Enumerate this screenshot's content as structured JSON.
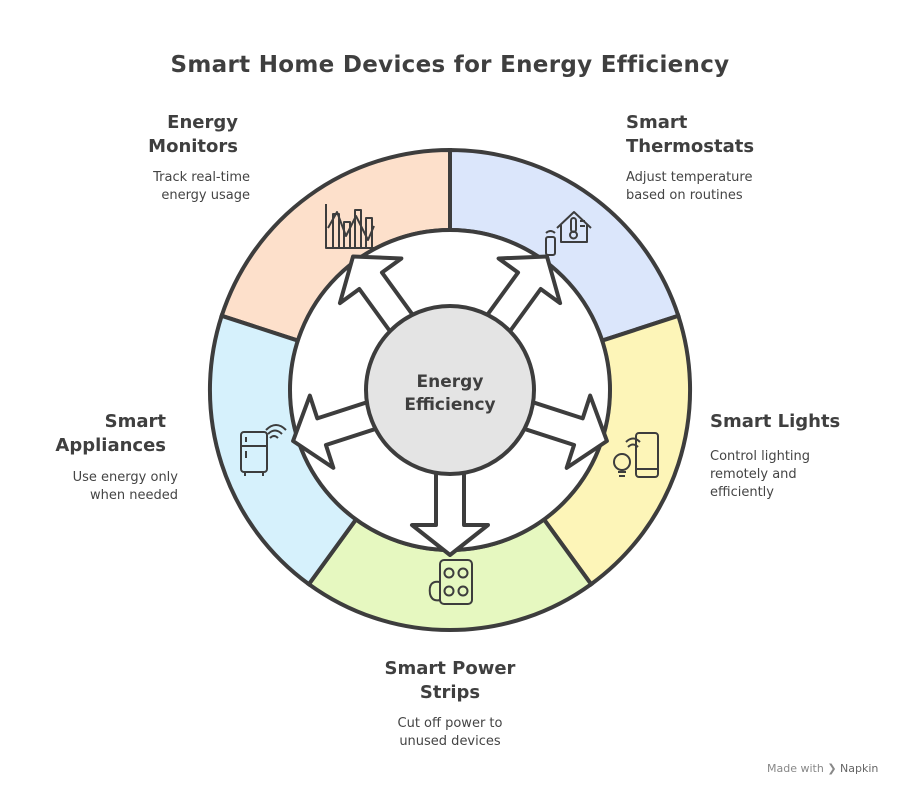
{
  "title": "Smart Home Devices for Energy Efficiency",
  "center": {
    "line1": "Energy",
    "line2": "Efficiency"
  },
  "segments": [
    {
      "id": "energy-monitors",
      "title_lines": [
        "Energy",
        "Monitors"
      ],
      "desc_lines": [
        "Track real-time",
        "energy usage"
      ],
      "color": "#fde0cb",
      "icon": "chart-icon"
    },
    {
      "id": "smart-thermostats",
      "title_lines": [
        "Smart",
        "Thermostats"
      ],
      "desc_lines": [
        "Adjust temperature",
        "based on routines"
      ],
      "color": "#dbe6fb",
      "icon": "smart-home-thermometer-icon"
    },
    {
      "id": "smart-lights",
      "title_lines": [
        "Smart Lights"
      ],
      "desc_lines": [
        "Control lighting",
        "remotely and",
        "efficiently"
      ],
      "color": "#fdf5b8",
      "icon": "bulb-phone-icon"
    },
    {
      "id": "smart-power-strips",
      "title_lines": [
        "Smart Power",
        "Strips"
      ],
      "desc_lines": [
        "Cut off power to",
        "unused devices"
      ],
      "color": "#e6f8c0",
      "icon": "power-outlet-icon"
    },
    {
      "id": "smart-appliances",
      "title_lines": [
        "Smart",
        "Appliances"
      ],
      "desc_lines": [
        "Use energy only",
        "when needed"
      ],
      "color": "#d6f1fc",
      "icon": "smart-fridge-icon"
    }
  ],
  "footer": {
    "made_with": "Made with",
    "brand": "Napkin"
  },
  "colors": {
    "stroke": "#3d3d3d",
    "center_fill": "#e4e4e4",
    "ring_inner": "#ffffff"
  }
}
